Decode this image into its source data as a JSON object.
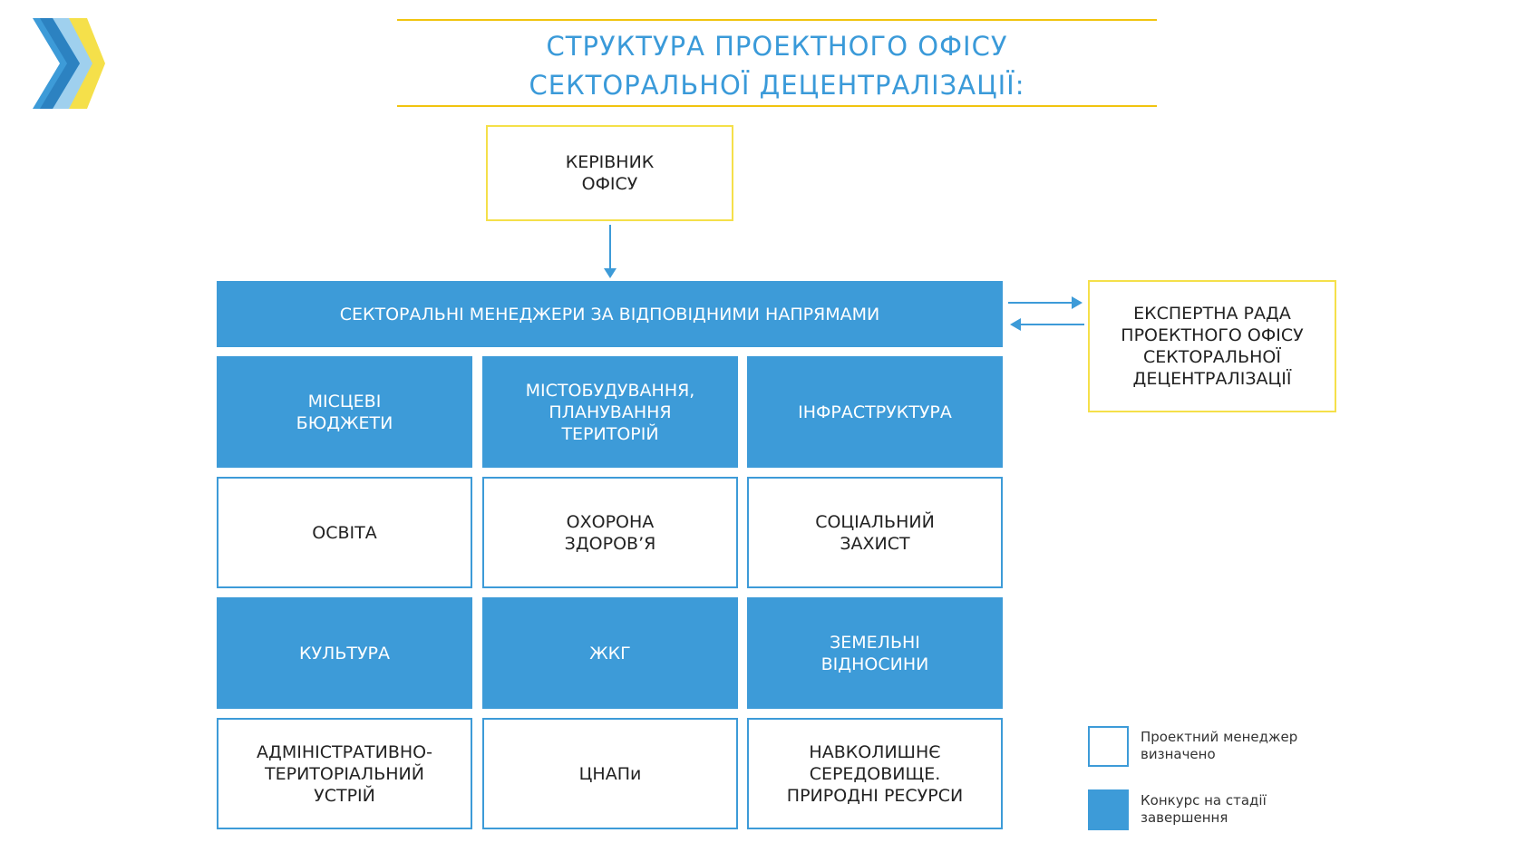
{
  "title": {
    "line1": "СТРУКТУРА ПРОЕКТНОГО ОФІСУ",
    "line2": "СЕКТОРАЛЬНОЇ ДЕЦЕНТРАЛІЗАЦІЇ:"
  },
  "head_box": "КЕРІВНИК\nОФІСУ",
  "managers_bar": "СЕКТОРАЛЬНІ МЕНЕДЖЕРИ ЗА ВІДПОВІДНИМИ НАПРЯМАМИ",
  "expert_box": "ЕКСПЕРТНА РАДА\nПРОЕКТНОГО ОФІСУ\nСЕКТОРАЛЬНОЇ\nДЕЦЕНТРАЛІЗАЦІЇ",
  "sectors": [
    {
      "label": "МІСЦЕВІ\nБЮДЖЕТИ",
      "status": "competition"
    },
    {
      "label": "МІСТОБУДУВАННЯ,\nПЛАНУВАННЯ\nТЕРИТОРІЙ",
      "status": "competition"
    },
    {
      "label": "ІНФРАСТРУКТУРА",
      "status": "competition"
    },
    {
      "label": "ОСВІТА",
      "status": "assigned"
    },
    {
      "label": "ОХОРОНА\nЗДОРОВ’Я",
      "status": "assigned"
    },
    {
      "label": "СОЦІАЛЬНИЙ\nЗАХИСТ",
      "status": "assigned"
    },
    {
      "label": "КУЛЬТУРА",
      "status": "competition"
    },
    {
      "label": "ЖКГ",
      "status": "competition"
    },
    {
      "label": "ЗЕМЕЛЬНІ\nВІДНОСИНИ",
      "status": "competition"
    },
    {
      "label": "АДМІНІСТРАТИВНО-\nТЕРИТОРІАЛЬНИЙ\nУСТРІЙ",
      "status": "assigned"
    },
    {
      "label": "ЦНАПи",
      "status": "assigned"
    },
    {
      "label": "НАВКОЛИШНЄ\nСЕРЕДОВИЩЕ.\nПРИРОДНІ РЕСУРСИ",
      "status": "assigned"
    }
  ],
  "legend": {
    "assigned": "Проектний менеджер\nвизначено",
    "competition": "Конкурс на стадії\nзавершення"
  },
  "colors": {
    "blue": "#3d9bd8",
    "yellow": "#f5e04a",
    "title_blue": "#3a9ad9"
  }
}
